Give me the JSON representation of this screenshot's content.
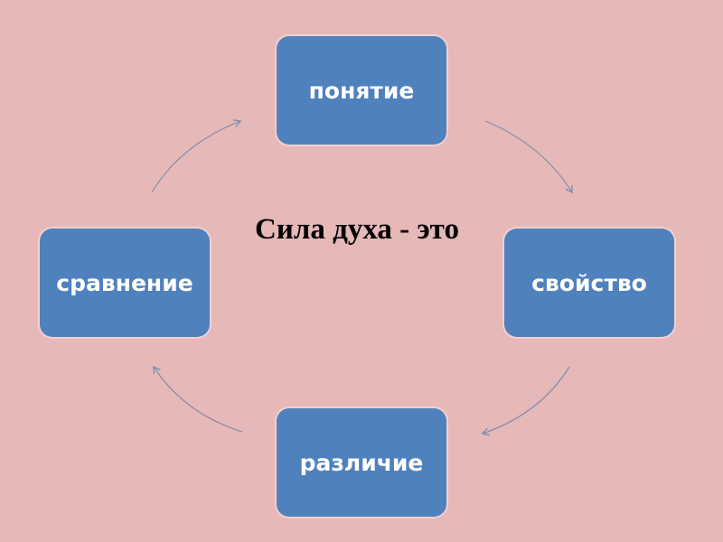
{
  "colors": {
    "background": "#e6b8b7",
    "node_fill": "#4f81bd",
    "node_text": "#ffffff",
    "arrow": "#7f8fb0",
    "title_text": "#000000"
  },
  "title": "Сила духа - это",
  "cycle": {
    "direction": "clockwise",
    "nodes": {
      "top": "понятие",
      "right": "свойство",
      "bottom": "различие",
      "left": "сравнение"
    }
  }
}
